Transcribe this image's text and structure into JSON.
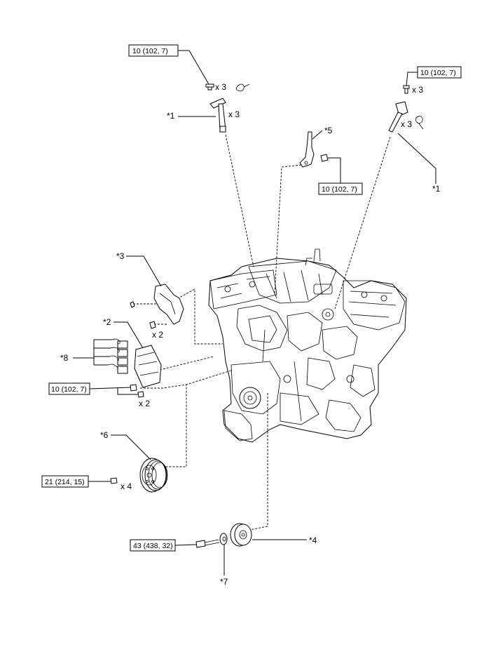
{
  "callouts": {
    "c1_left": "*1",
    "c1_right": "*1",
    "c2": "*2",
    "c3": "*3",
    "c4": "*4",
    "c5": "*5",
    "c6": "*6",
    "c7": "*7",
    "c8": "*8"
  },
  "torque_specs": {
    "coil_left": "10 (102, 7)",
    "coil_right": "10 (102, 7)",
    "bracket_5": "10 (102, 7)",
    "ecu_bolt": "10 (102, 7)",
    "pulley_6": "21 (214, 15)",
    "idler_4": "43 (438, 32)"
  },
  "quantities": {
    "coil_left_bolts": "x 3",
    "coil_left_coils": "x 3",
    "coil_right_bolts": "x 3",
    "coil_right_coils": "x 3",
    "bracket_3_nuts": "x 2",
    "ecu_bolts": "x 2",
    "pulley_bolts": "x 4"
  }
}
